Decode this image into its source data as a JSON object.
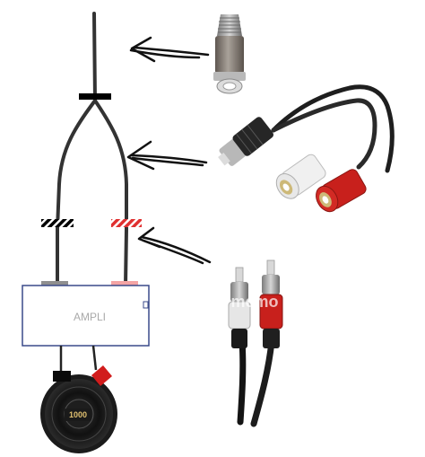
{
  "amplifier": {
    "label": "AMPLI"
  },
  "subwoofer": {
    "logo": "1000"
  },
  "watermark": {
    "text": "memo"
  },
  "colors": {
    "cable": "#333333",
    "left_channel": "#000000",
    "right_channel": "#e03030",
    "amp_border": "#3a4a8a",
    "left_terminal": "#8f8f8f",
    "right_terminal": "#f4a4a4",
    "rca_red": "#c8201c",
    "rca_white": "#f0f0f0"
  },
  "icons": [
    "rca-plug-icon",
    "rca-y-splitter-icon",
    "rca-pair-cable-icon",
    "subwoofer-icon"
  ]
}
